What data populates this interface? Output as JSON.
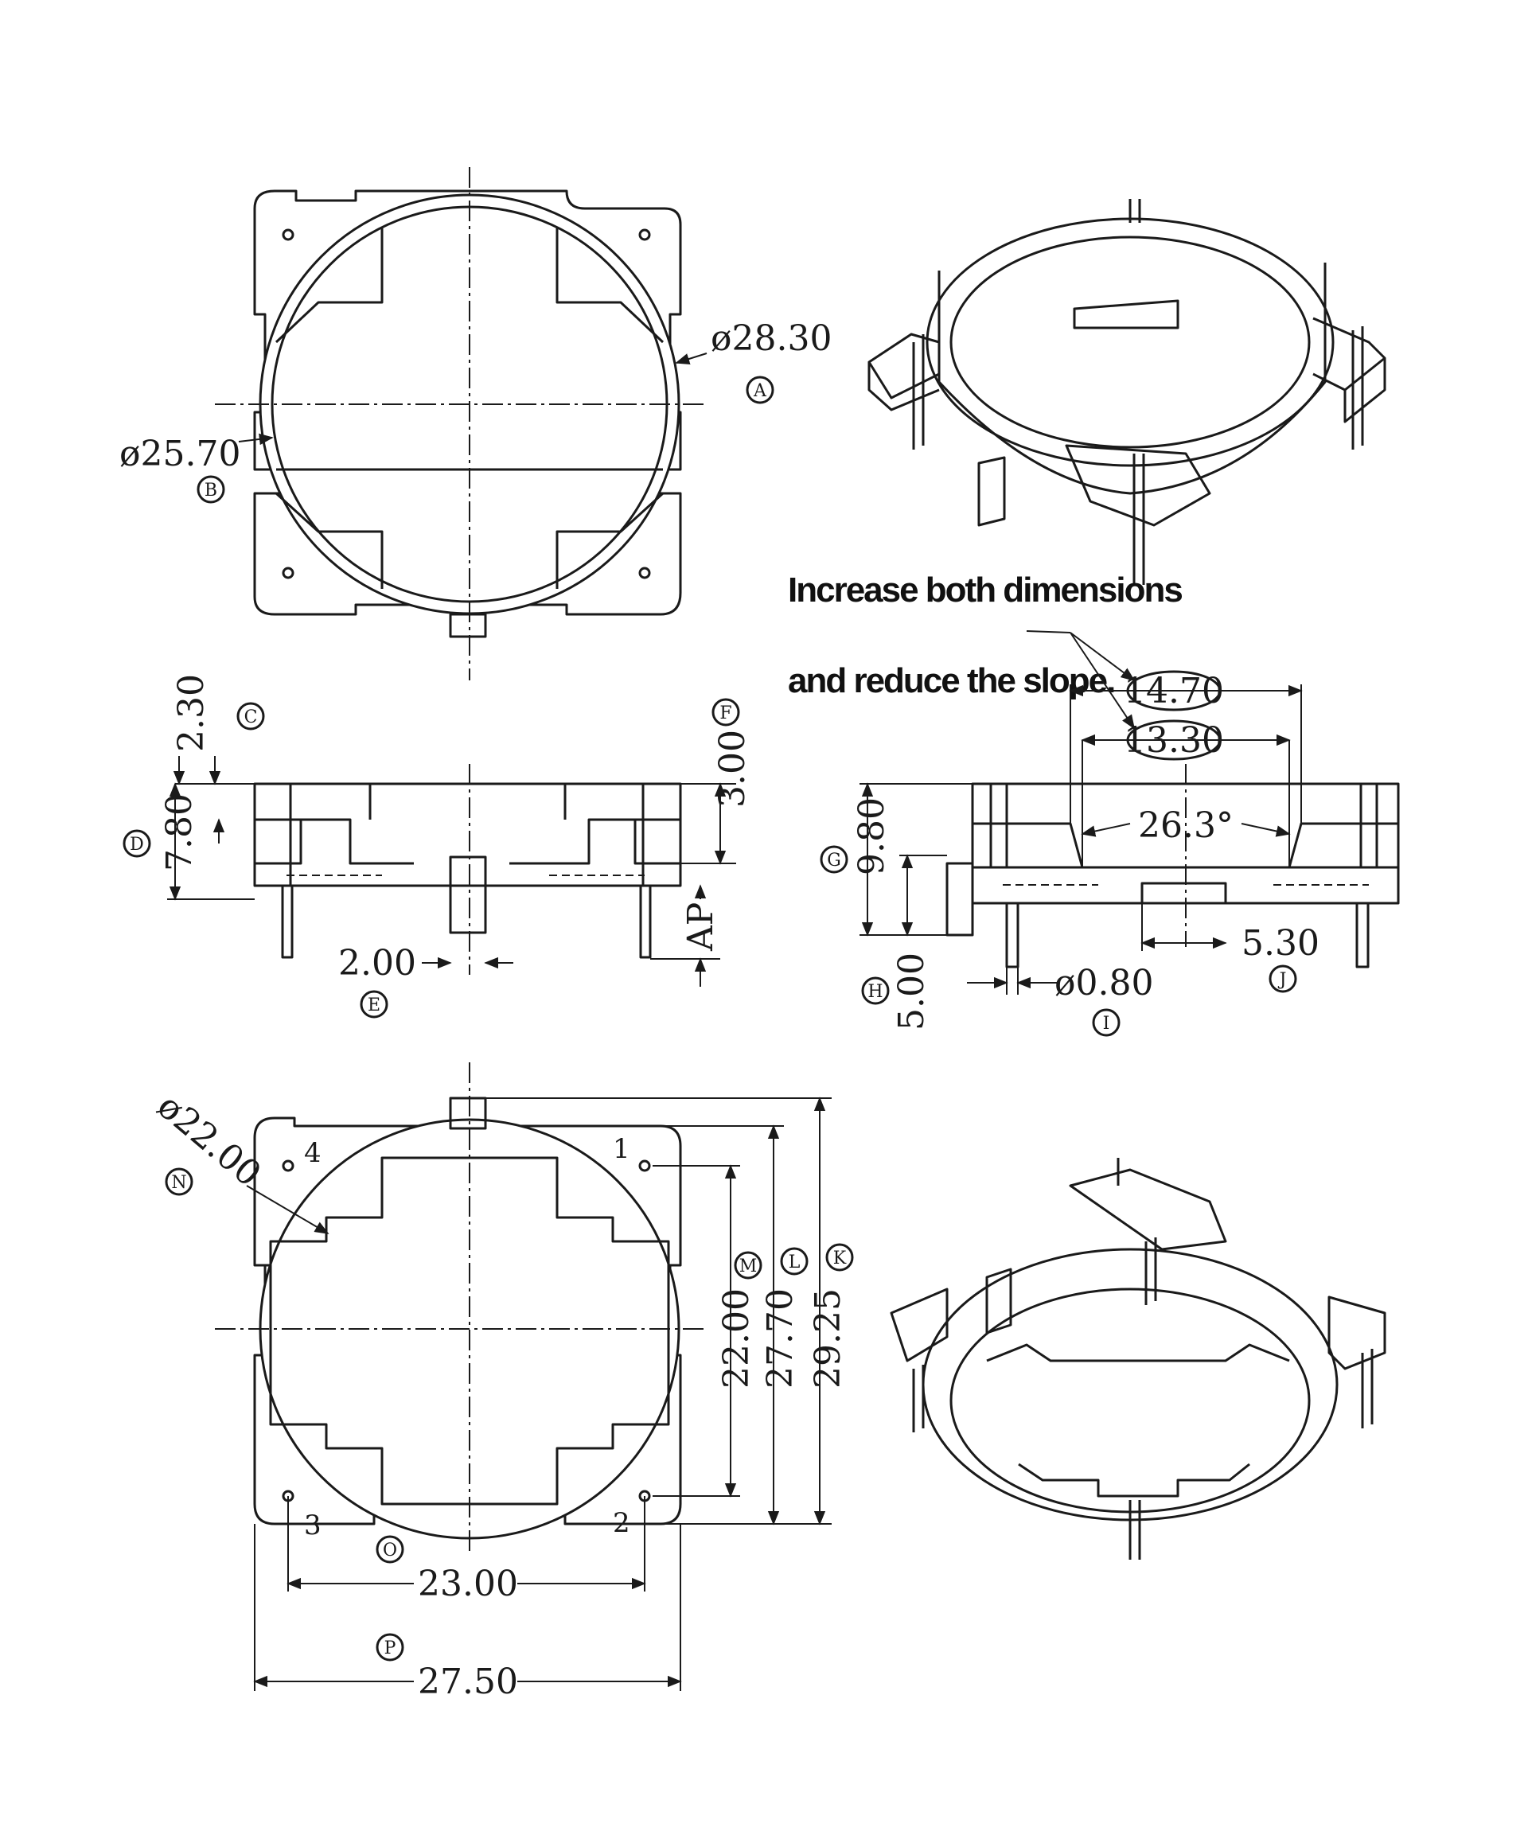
{
  "dimensions": {
    "A": "ø28.30",
    "B": "ø25.70",
    "C": "2.30",
    "D": "7.80",
    "E": "2.00",
    "F": "3.00",
    "AP": "AP",
    "G": "9.80",
    "H": "5.00",
    "I": "ø0.80",
    "J": "5.30",
    "angle": "26.3°",
    "top_width_1": "14.70",
    "top_width_2": "13.30",
    "K": "29.25",
    "L": "27.70",
    "M": "22.00",
    "N": "ø22.00",
    "O": "23.00",
    "P": "27.50"
  },
  "tags": {
    "A": "A",
    "B": "B",
    "C": "C",
    "D": "D",
    "E": "E",
    "F": "F",
    "G": "G",
    "H": "H",
    "I": "I",
    "J": "J",
    "K": "K",
    "L": "L",
    "M": "M",
    "N": "N",
    "O": "O",
    "P": "P"
  },
  "pins": {
    "p1": "1",
    "p2": "2",
    "p3": "3",
    "p4": "4"
  },
  "note": {
    "line1": "Increase both dimensions",
    "line2": "and reduce the slope."
  }
}
